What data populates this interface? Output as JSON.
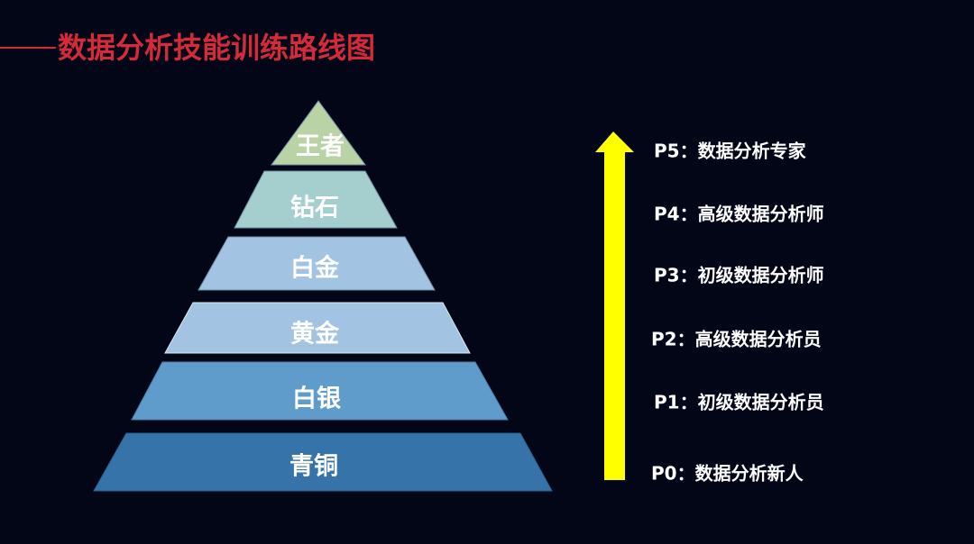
{
  "title": "数据分析技能训练路线图",
  "colors": {
    "background": "#020617",
    "title": "#d42a3a",
    "arrow": "#ffff00",
    "top_label": "#ff0000"
  },
  "pyramid": [
    {
      "label": "王者",
      "color": "#b9d3a6",
      "text_color": "#ff0000"
    },
    {
      "label": "钻石",
      "color": "#a5cfcf",
      "text_color": "#ffffff"
    },
    {
      "label": "白金",
      "color": "#a2c4e2",
      "text_color": "#ffffff"
    },
    {
      "label": "黄金",
      "color": "#a2c4e2",
      "text_color": "#ffffff"
    },
    {
      "label": "白银",
      "color": "#5f9bcb",
      "text_color": "#ffffff"
    },
    {
      "label": "青铜",
      "color": "#3673a8",
      "text_color": "#ffffff"
    }
  ],
  "levels": [
    "P5：数据分析专家",
    "P4：高级数据分析师",
    "P3：初级数据分析师",
    "P2：高级数据分析员",
    "P1：初级数据分析员",
    "P0：数据分析新人"
  ]
}
